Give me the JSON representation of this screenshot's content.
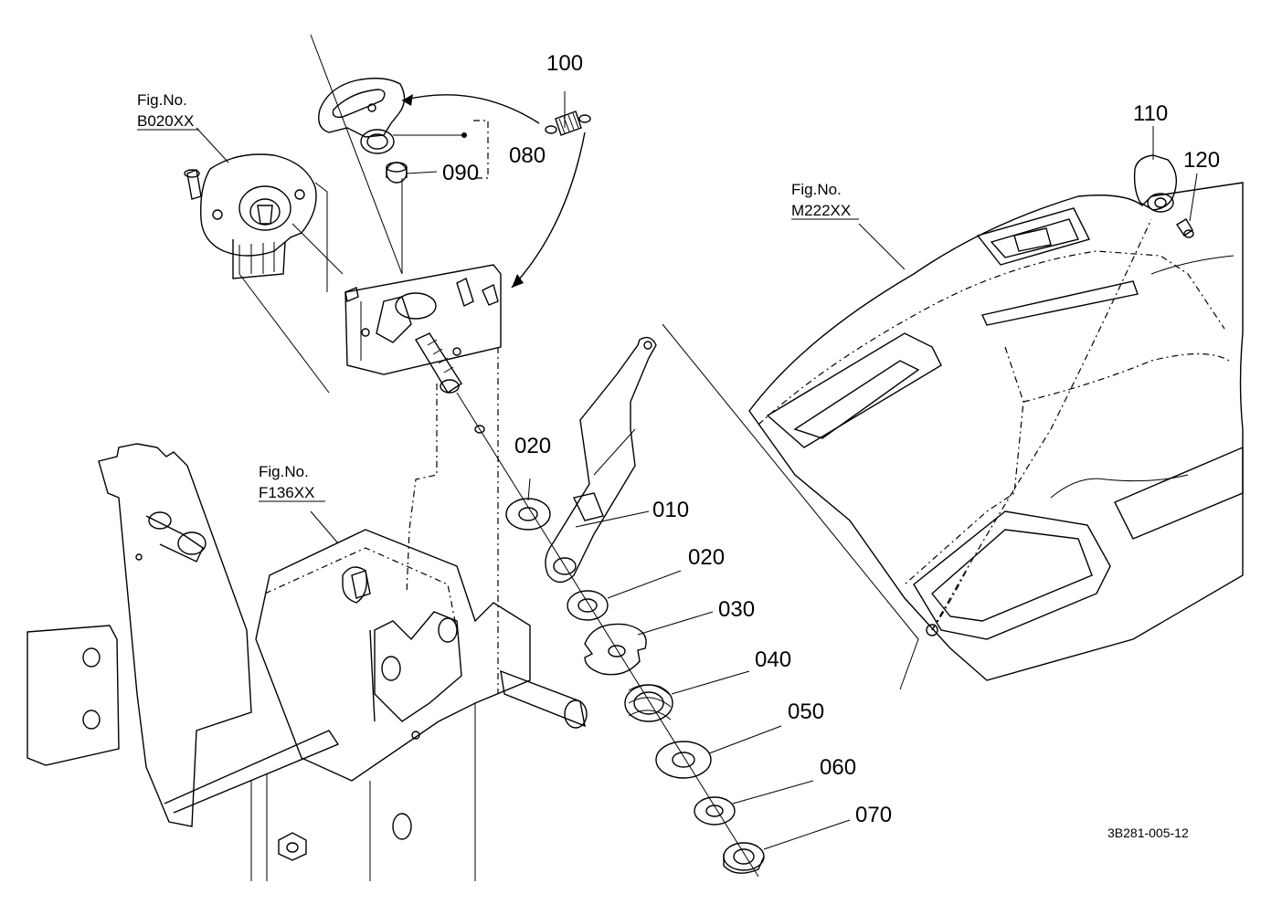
{
  "figure_ref": "3B281-005-12",
  "callouts": {
    "c010": "010",
    "c020a": "020",
    "c020b": "020",
    "c030": "030",
    "c040": "040",
    "c050": "050",
    "c060": "060",
    "c070": "070",
    "c080": "080",
    "c090": "090",
    "c100": "100",
    "c110": "110",
    "c120": "120"
  },
  "fig_refs": {
    "b020": {
      "label": "Fig.No.",
      "code": "B020XX"
    },
    "f136": {
      "label": "Fig.No.",
      "code": "F136XX"
    },
    "m222": {
      "label": "Fig.No.",
      "code": "M222XX"
    }
  },
  "colors": {
    "line": "#000000",
    "background": "#ffffff"
  }
}
